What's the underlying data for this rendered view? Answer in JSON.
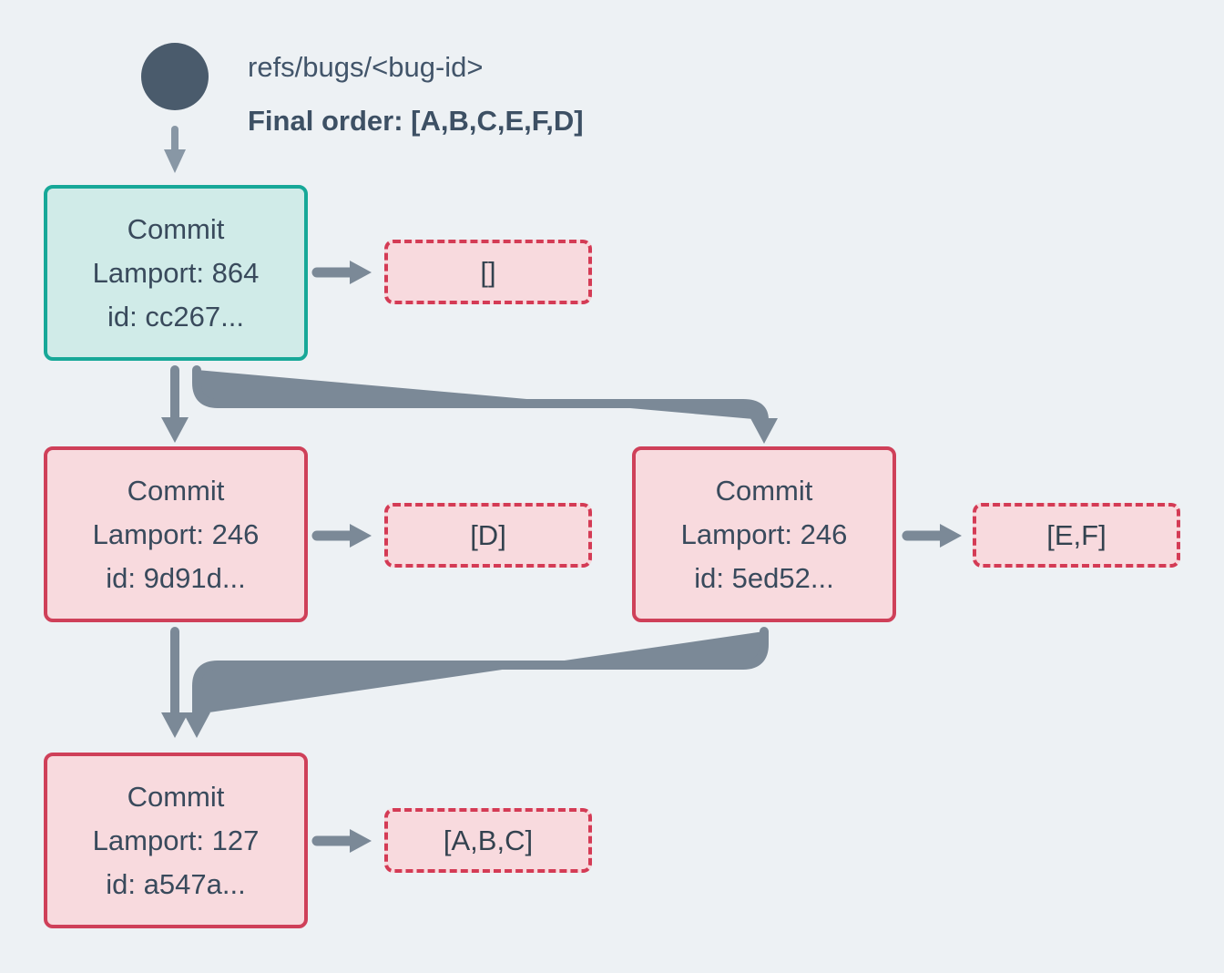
{
  "header": {
    "ref_label": "refs/bugs/<bug-id>",
    "final_order": "Final order: [A,B,C,E,F,D]"
  },
  "nodes": {
    "root": {
      "title": "Commit",
      "lamport": "Lamport: 864",
      "id": "id: cc267...",
      "payload": "[]"
    },
    "left": {
      "title": "Commit",
      "lamport": "Lamport: 246",
      "id": "id: 9d91d...",
      "payload": "[D]"
    },
    "right": {
      "title": "Commit",
      "lamport": "Lamport: 246",
      "id": "id: 5ed52...",
      "payload": "[E,F]"
    },
    "merged": {
      "title": "Commit",
      "lamport": "Lamport: 127",
      "id": "id: a547a...",
      "payload": "[A,B,C]"
    }
  },
  "edges": [
    {
      "from": "refs/bugs/<bug-id>",
      "to": "cc267"
    },
    {
      "from": "cc267",
      "to": "9d91d"
    },
    {
      "from": "cc267",
      "to": "5ed52"
    },
    {
      "from": "9d91d",
      "to": "a547a"
    },
    {
      "from": "5ed52",
      "to": "a547a"
    }
  ],
  "colors": {
    "background": "#edf1f4",
    "ref_circle": "#4a5b6c",
    "header_text": "#42556a",
    "node_text": "#394a5c",
    "teal_border": "#17a898",
    "teal_fill": "#d0ebe8",
    "red_border": "#cf4059",
    "red_dashed_border": "#d43b55",
    "pink_fill": "#f8dade",
    "arrow": "#7b8997",
    "arrow_light": "#8897a5"
  }
}
